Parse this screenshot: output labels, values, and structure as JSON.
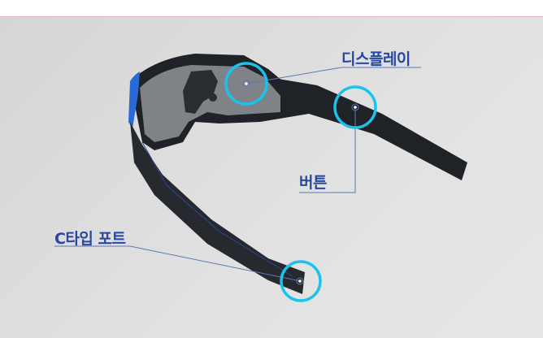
{
  "labels": {
    "display": "디스플레이",
    "button": "버튼",
    "c_port": "C타입 포트"
  },
  "colors": {
    "label_text": "#2747a0",
    "highlight_ring": "#19c3ec",
    "leader_line": "#5d79b3",
    "frame": "#1f2226",
    "frame_accent": "#2a6ad8",
    "lens": "#7d8186",
    "background": "#dcdcdc"
  }
}
